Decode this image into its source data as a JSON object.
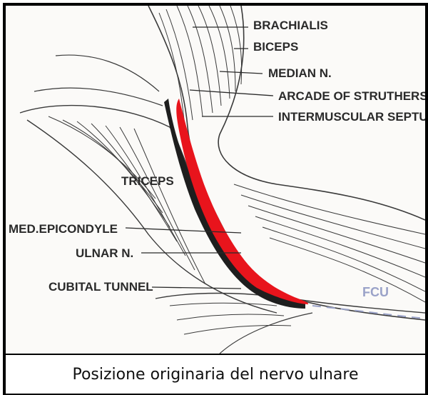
{
  "labels": {
    "brachialis": "BRACHIALIS",
    "biceps": "BICEPS",
    "median_n": "MEDIAN N.",
    "arcade": "ARCADE OF STRUTHERS",
    "septum": "INTERMUSCULAR SEPTUM",
    "triceps": "TRICEPS",
    "epicondyle": "MED.EPICONDYLE",
    "ulnar_n": "ULNAR N.",
    "cubital": "CUBITAL TUNNEL",
    "fcu": "FCU"
  },
  "caption": "Posizione originaria del nervo ulnare",
  "colors": {
    "nerve": "#e8141c",
    "ink": "#2a2a2a",
    "fcu": "#9aa2c8"
  }
}
